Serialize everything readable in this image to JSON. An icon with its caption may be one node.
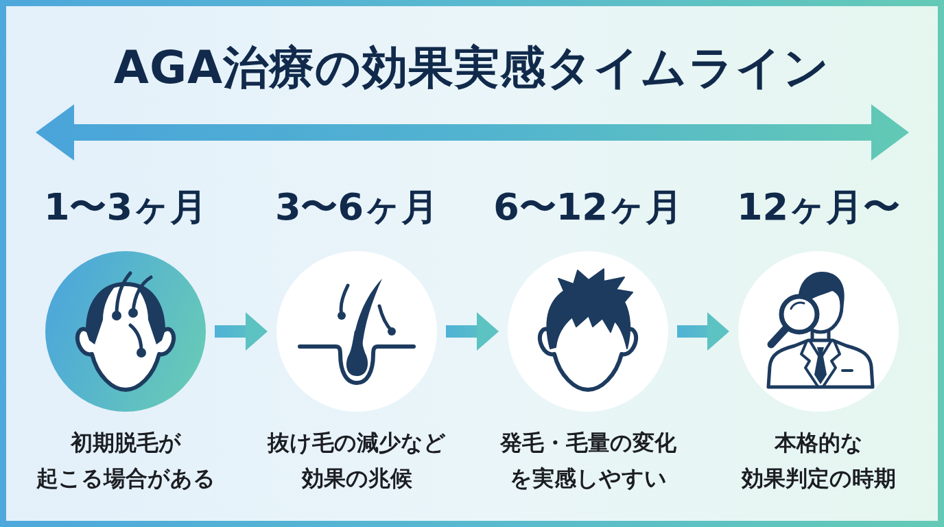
{
  "diagram": {
    "title": "AGA治療の効果実感タイムライン",
    "nodes": [
      {
        "text": [
          "1〜3ヶ月",
          "初期脱毛が起こる場合がある"
        ]
      },
      {
        "text": [
          "3〜6ヶ月",
          "抜け毛の減少など効果の兆候"
        ]
      },
      {
        "text": [
          "6〜12ヶ月",
          "発毛・毛量の変化を実感しやすい"
        ]
      },
      {
        "text": [
          "12ヶ月〜",
          "本格的な効果判定の時期"
        ]
      }
    ],
    "edges": [
      {
        "from": 0,
        "to": 1,
        "arrow": "to"
      },
      {
        "from": 1,
        "to": 2,
        "arrow": "to"
      },
      {
        "from": 2,
        "to": 3,
        "arrow": "to"
      }
    ]
  }
}
